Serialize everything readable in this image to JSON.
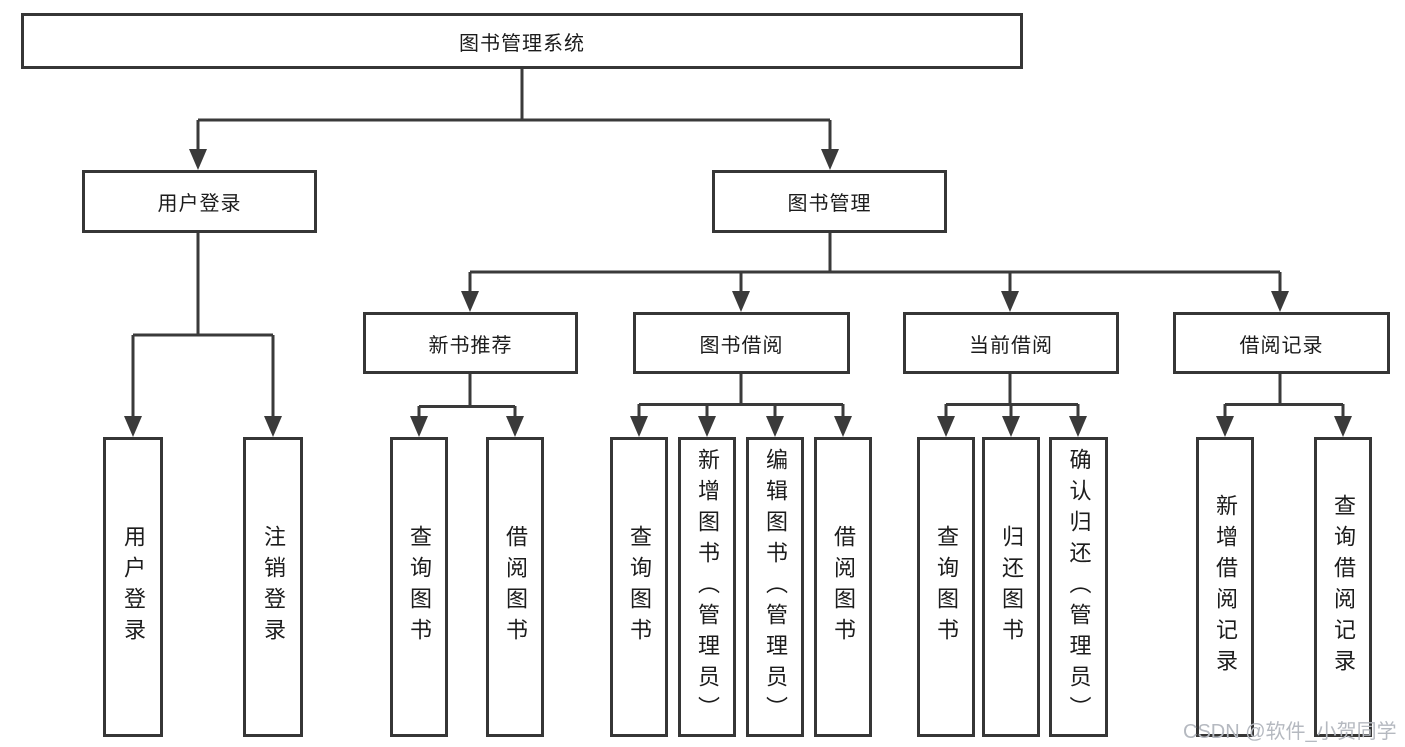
{
  "diagram": {
    "root": "图书管理系统",
    "level2": [
      "用户登录",
      "图书管理"
    ],
    "level3": [
      "新书推荐",
      "图书借阅",
      "当前借阅",
      "借阅记录"
    ],
    "user_login_children": [
      "用户登录",
      "注销登录"
    ],
    "new_book_children": [
      "查询图书",
      "借阅图书"
    ],
    "book_borrow_children": [
      "查询图书",
      "新增图书（管理员）",
      "编辑图书（管理员）",
      "借阅图书"
    ],
    "current_borrow_children": [
      "查询图书",
      "归还图书",
      "确认归还（管理员）"
    ],
    "borrow_record_children": [
      "新增借阅记录",
      "查询借阅记录"
    ]
  },
  "watermark": {
    "text": "CSDN @软件_小贺同学"
  },
  "colors": {
    "line": "#3a3a3a",
    "border": "#363636",
    "watermark": "#b5b9c0"
  }
}
